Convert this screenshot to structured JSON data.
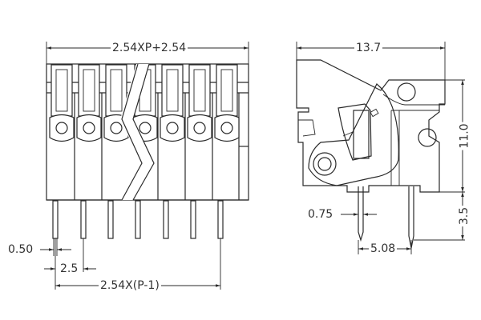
{
  "drawing": {
    "title": "Terminal block connector dimensional drawing",
    "front_view": {
      "pole_count_shown": 7,
      "break_symbol": "zigzag",
      "dimensions": {
        "overall_width": "2.54XP+2.54",
        "pin_pitch_span": "2.54X(P-1)",
        "pin_width": "0.50",
        "pin_offset": "2.5"
      }
    },
    "side_view": {
      "dimensions": {
        "depth": "13.7",
        "body_height": "11.0",
        "pin_length": "3.5",
        "pin_width": "0.75",
        "row_spacing": "5.08"
      }
    },
    "colors": {
      "line": "#2a2a2a",
      "background": "#ffffff",
      "text": "#333333"
    }
  }
}
